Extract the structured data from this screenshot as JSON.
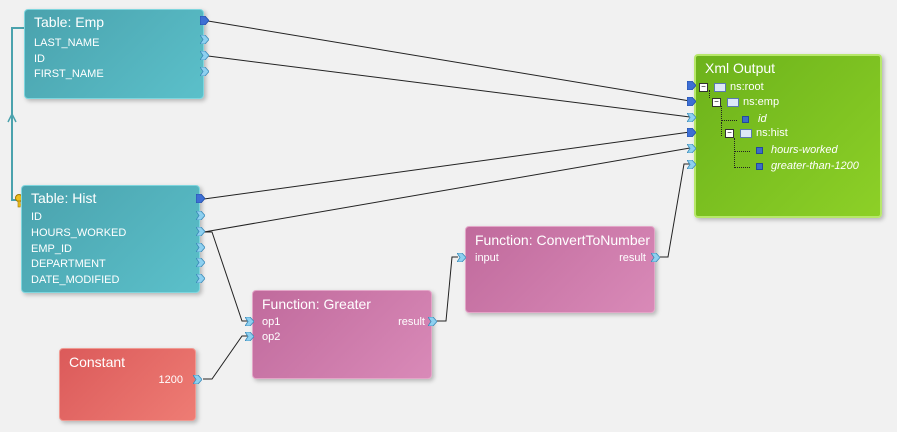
{
  "table_emp": {
    "title": "Table: Emp",
    "fields": [
      "LAST_NAME",
      "ID",
      "FIRST_NAME"
    ]
  },
  "table_hist": {
    "title": "Table: Hist",
    "fields": [
      "ID",
      "HOURS_WORKED",
      "EMP_ID",
      "DEPARTMENT",
      "DATE_MODIFIED"
    ]
  },
  "function_greater": {
    "title": "Function: Greater",
    "inputs": [
      "op1",
      "op2"
    ],
    "output": "result"
  },
  "function_convert": {
    "title": "Function: ConvertToNumber",
    "input": "input",
    "output": "result"
  },
  "constant": {
    "title": "Constant",
    "value": "1200"
  },
  "xml_output": {
    "title": "Xml Output",
    "tree": [
      "ns:root",
      "ns:emp",
      "id",
      "ns:hist",
      "hours-worked",
      "greater-than-1200"
    ]
  },
  "colors": {
    "table": "#52b1bc",
    "function": "#cc7aab",
    "constant": "#e46a67",
    "xml": "#7cc221",
    "wire": "#222222",
    "relation": "#4aa2ad"
  }
}
